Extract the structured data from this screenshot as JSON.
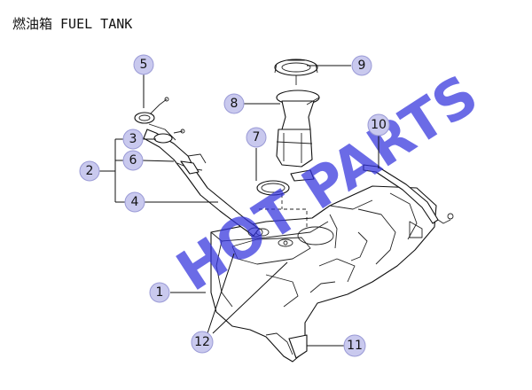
{
  "title": "燃油箱 FUEL TANK",
  "watermark": "HOT PARTS",
  "callouts": [
    {
      "id": "1",
      "label": "1"
    },
    {
      "id": "2",
      "label": "2"
    },
    {
      "id": "3",
      "label": "3"
    },
    {
      "id": "4",
      "label": "4"
    },
    {
      "id": "5",
      "label": "5"
    },
    {
      "id": "6",
      "label": "6"
    },
    {
      "id": "7",
      "label": "7"
    },
    {
      "id": "8",
      "label": "8"
    },
    {
      "id": "9",
      "label": "9"
    },
    {
      "id": "10",
      "label": "10"
    },
    {
      "id": "11",
      "label": "11"
    },
    {
      "id": "12",
      "label": "12"
    }
  ]
}
